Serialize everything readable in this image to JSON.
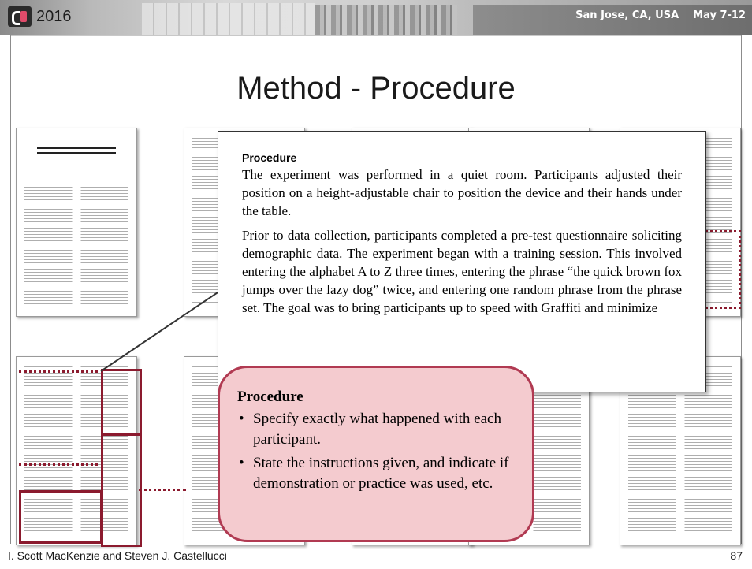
{
  "banner": {
    "logo_year": "2016",
    "location": "San Jose, CA, USA",
    "dates": "May 7-12"
  },
  "slide": {
    "title": "Method - Procedure"
  },
  "excerpt": {
    "heading": "Procedure",
    "paragraph1": "The experiment was performed in a quiet room. Participants adjusted their position on a height-adjustable chair to position the device and their hands under the table.",
    "paragraph2": "Prior to data collection, participants completed a pre-test questionnaire soliciting demographic data. The experiment began with a training session. This involved entering the alphabet A to Z three times, entering the phrase “the quick brown fox jumps over the lazy dog” twice, and entering one random phrase from the phrase set. The goal was to bring participants up to speed with Graffiti and minimize"
  },
  "note": {
    "heading": "Procedure",
    "bullets": [
      "Specify exactly what happened with each participant.",
      "State the instructions given, and indicate if demonstration or practice was used, etc."
    ]
  },
  "footer": {
    "authors": "I. Scott MacKenzie and Steven J. Castellucci",
    "page_number": "87"
  },
  "colors": {
    "highlight": "#8b1a2e",
    "note_fill": "#f4cbcf",
    "note_border": "#b13a52"
  }
}
